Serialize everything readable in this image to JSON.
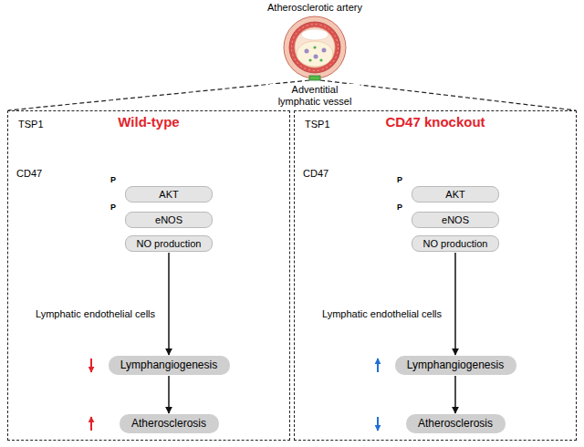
{
  "diagram": {
    "nodes": [
      {
        "text": [
          "Wild-type"
        ]
      },
      {
        "text": [
          "Lymphatic endothelial cells"
        ],
        "in": 0
      },
      {
        "text": [
          "AKT"
        ],
        "in": 1
      },
      {
        "text": [
          "eNOS"
        ],
        "in": 1
      },
      {
        "text": [
          "NO production"
        ],
        "in": 1
      },
      {
        "text": [
          "Lymphangiogenesis"
        ],
        "in": 0
      },
      {
        "text": [
          "Atherosclerosis"
        ],
        "in": 0
      },
      {
        "text": [
          "CD47 knockout"
        ]
      },
      {
        "text": [
          "Lymphatic endothelial cells"
        ],
        "in": 7
      },
      {
        "text": [
          "AKT"
        ],
        "in": 8
      },
      {
        "text": [
          "eNOS"
        ],
        "in": 8
      },
      {
        "text": [
          "NO production"
        ],
        "in": 8
      },
      {
        "text": [
          "Lymphangiogenesis"
        ],
        "in": 7
      },
      {
        "text": [
          "Atherosclerosis"
        ],
        "in": 7
      }
    ],
    "edges": [
      {
        "from": 4,
        "to": 5,
        "arrow": "to"
      },
      {
        "from": 5,
        "to": 6,
        "arrow": "to"
      },
      {
        "from": 11,
        "to": 12,
        "arrow": "to"
      },
      {
        "from": 12,
        "to": 13,
        "arrow": "to"
      }
    ],
    "labels": [
      "Atherosclerotic artery",
      "Adventitial lymphatic vessel",
      "TSP1",
      "CD47",
      "P",
      "P",
      "TSP1",
      "CD47",
      "P",
      "P"
    ]
  }
}
